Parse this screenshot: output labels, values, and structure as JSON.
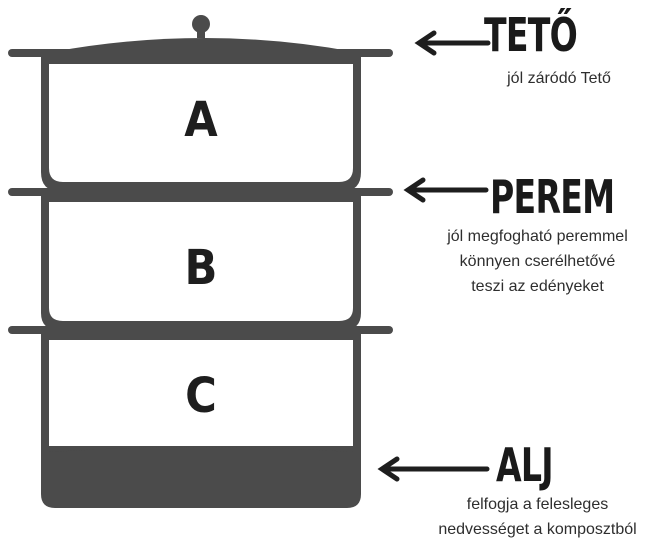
{
  "colors": {
    "vessel": "#4b4b4b",
    "text": "#1e1e1e",
    "background": "#ffffff"
  },
  "sections": {
    "a": "A",
    "b": "B",
    "c": "C"
  },
  "callouts": {
    "teto": {
      "title": "TETŐ",
      "desc": [
        "jól záródó Tető"
      ]
    },
    "perem": {
      "title": "PEREM",
      "desc": [
        "jól megfogható peremmel",
        "könnyen cserélhetővé",
        "teszi az edényeket"
      ]
    },
    "alj": {
      "title": "ALJ",
      "desc": [
        "felfogja a felesleges",
        "nedvességet a komposztból"
      ]
    }
  }
}
